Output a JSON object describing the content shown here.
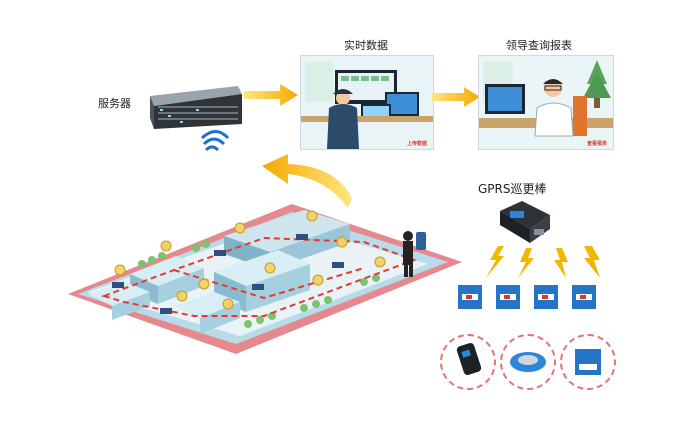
{
  "labels": {
    "server": "服务器",
    "realtime": "实时数据",
    "leader": "领导查询报表",
    "gprs": "GPRS巡更棒"
  },
  "screen_captions": {
    "realtime": "上传数据",
    "leader": "查看报表"
  },
  "colors": {
    "arrow_start": "#f6a800",
    "arrow_end": "#ffe680",
    "wall": "#e6898f",
    "ground": "#b9dbe9",
    "route": "#e53935",
    "lightning": "#f2b600",
    "device_blue": "#2574c5",
    "circle_border": "#e57373"
  },
  "icons": [
    "server-icon",
    "wifi-icon",
    "monitor-icon",
    "guard-icon",
    "tree-icon",
    "checkpoint-icon",
    "patrol-stick-icon",
    "lightning-icon",
    "card-reader-icon",
    "info-button-icon",
    "checkpoint-tag-icon"
  ]
}
